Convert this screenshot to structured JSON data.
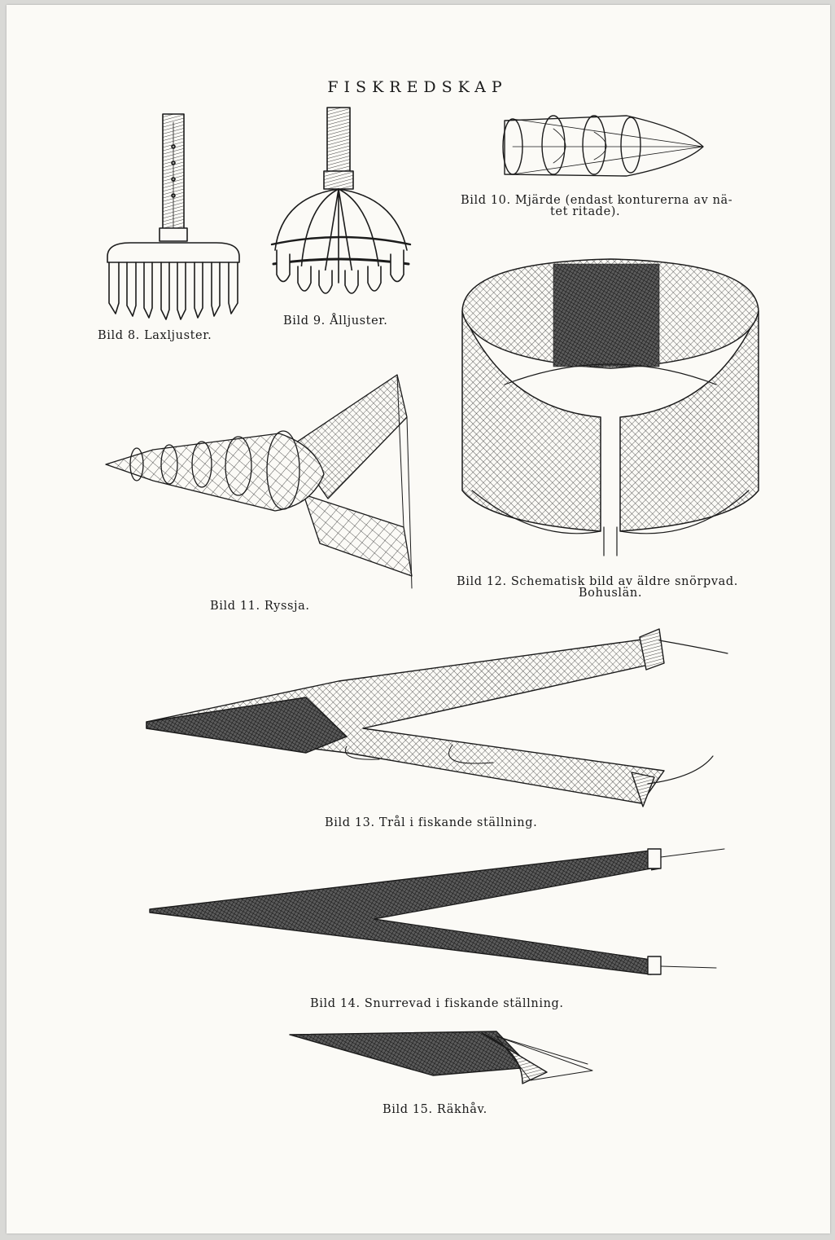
{
  "page": {
    "title": "FISKREDSKAP",
    "paper_color": "#fbfaf6",
    "ink_color": "#1b1b1b"
  },
  "figures": [
    {
      "id": "bild-8",
      "caption": "Bild 8. Laxljuster."
    },
    {
      "id": "bild-9",
      "caption": "Bild 9. Ålljuster."
    },
    {
      "id": "bild-10",
      "caption_line1": "Bild 10. Mjärde (endast konturerna av nä-",
      "caption_line2": "tet ritade)."
    },
    {
      "id": "bild-11",
      "caption": "Bild 11. Ryssja."
    },
    {
      "id": "bild-12",
      "caption_line1": "Bild 12. Schematisk bild av äldre snörpvad.",
      "caption_line2": "Bohuslän."
    },
    {
      "id": "bild-13",
      "caption": "Bild 13. Trål i fiskande ställning."
    },
    {
      "id": "bild-14",
      "caption": "Bild 14. Snurrevad i fiskande ställning."
    },
    {
      "id": "bild-15",
      "caption": "Bild 15. Räkhåv."
    }
  ]
}
